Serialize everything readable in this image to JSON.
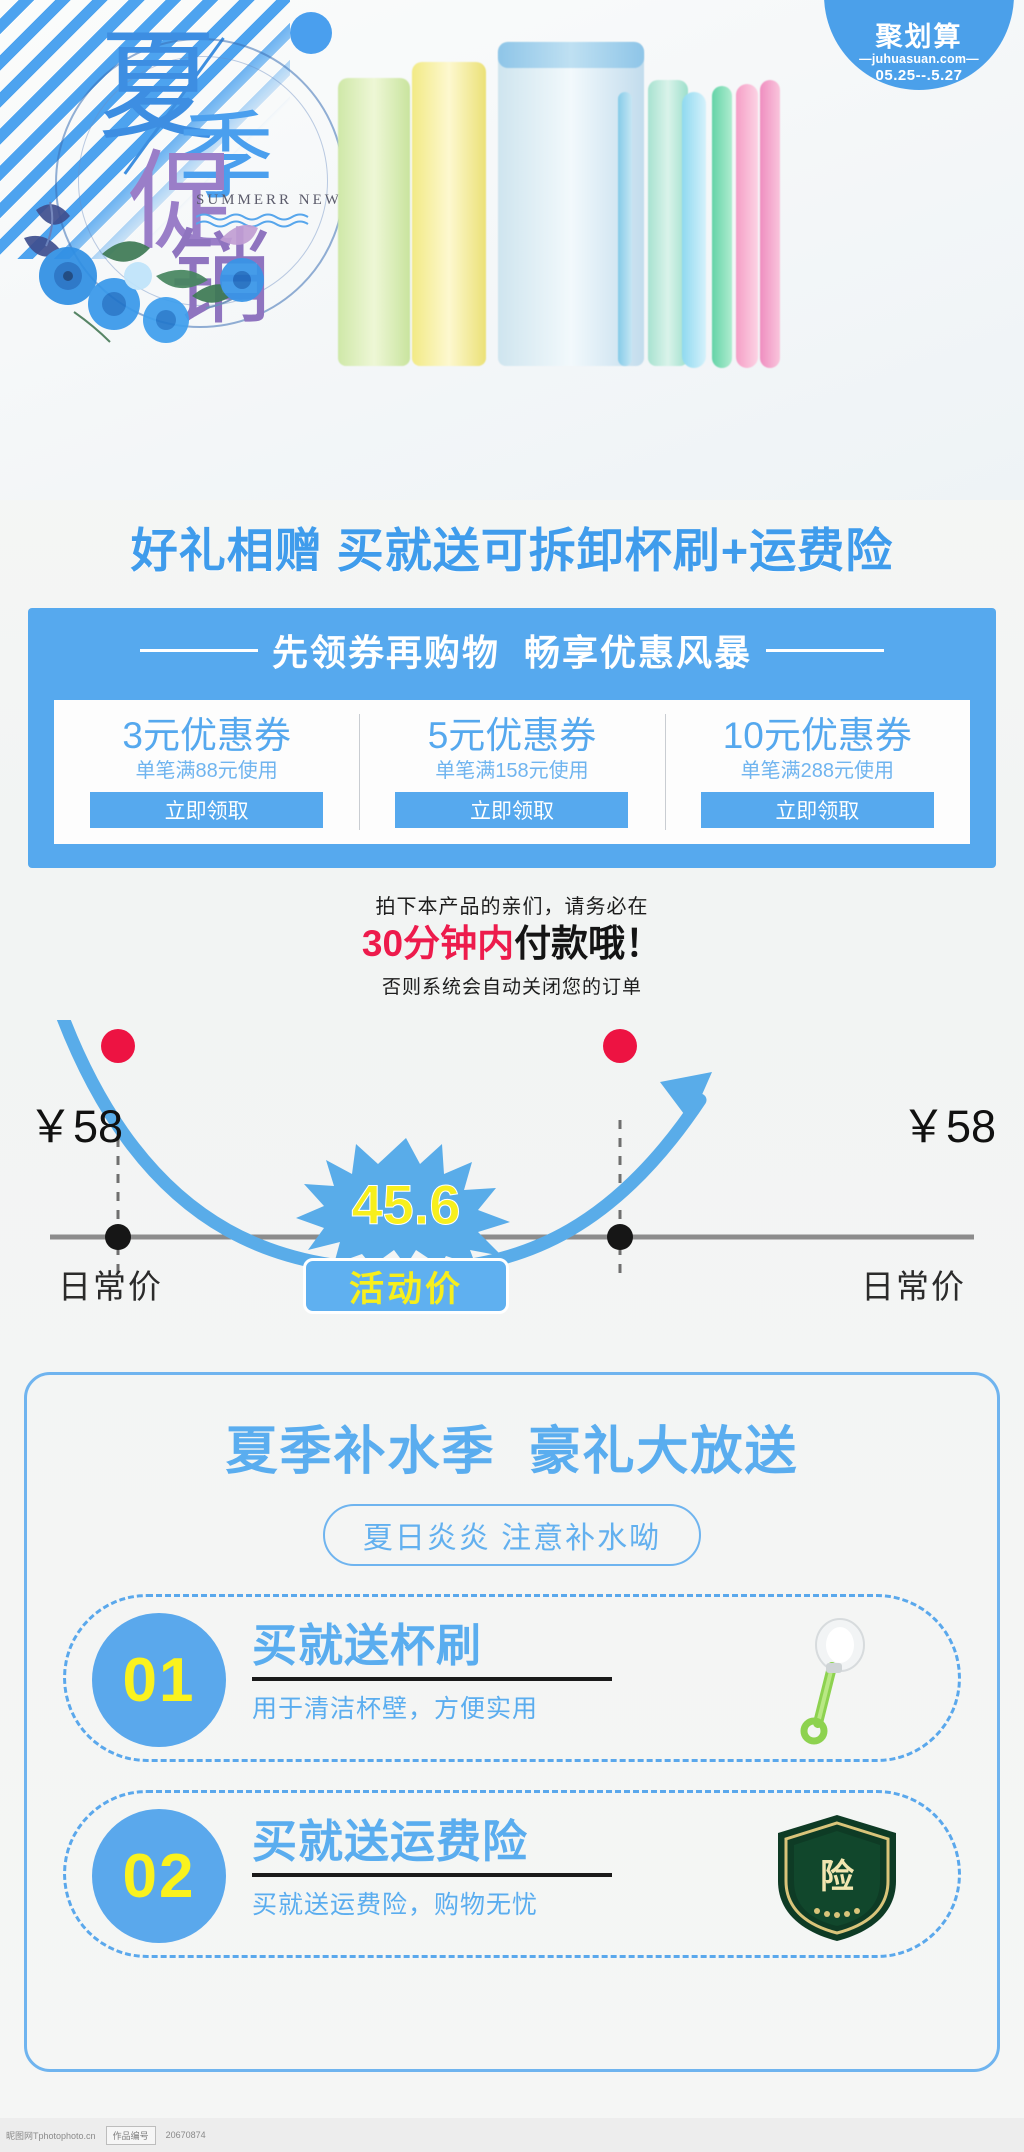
{
  "hero": {
    "title_chars": {
      "xia": "夏",
      "ji": "季",
      "cu": "促",
      "xiao": "销"
    },
    "summer_en": "SUMMERR NEW",
    "logo": {
      "name": "聚划算",
      "url": "—juhuasuan.com—",
      "date": "05.25--.5.27"
    }
  },
  "gift_headline": "好礼相赠 买就送可拆卸杯刷+运费险",
  "coupon_panel": {
    "title": "先领券再购物  畅享优惠风暴",
    "cards": [
      {
        "amount": "3元优惠券",
        "condition": "单笔满88元使用",
        "button": "立即领取"
      },
      {
        "amount": "5元优惠券",
        "condition": "单笔满158元使用",
        "button": "立即领取"
      },
      {
        "amount": "10元优惠券",
        "condition": "单笔满288元使用",
        "button": "立即领取"
      }
    ]
  },
  "urgency": {
    "line1": "拍下本产品的亲们，请务必在",
    "line2_red": "30分钟内",
    "line2_black": "付款哦！",
    "line3": "否则系统会自动关闭您的订单"
  },
  "price_curve": {
    "left_price": "￥58",
    "right_price": "￥58",
    "left_label": "日常价",
    "right_label": "日常价",
    "sale_price": "45.6",
    "sale_badge": "活动价"
  },
  "bottom": {
    "title": "夏季补水季  豪礼大放送",
    "subtitle": "夏日炎炎 注意补水呦",
    "items": [
      {
        "number": "01",
        "title": "买就送杯刷",
        "desc": "用于清洁杯壁，方便实用",
        "icon": "bottle-brush-icon"
      },
      {
        "number": "02",
        "title": "买就送运费险",
        "desc": "买就送运费险，购物无忧",
        "icon": "shield-insurance-icon",
        "shield_char": "险"
      }
    ]
  },
  "footer": {
    "site": "昵图网Tphotophoto.cn",
    "box": "作品编号",
    "id": "20670874"
  },
  "colors": {
    "brand_blue": "#56a9ee",
    "light_blue": "#5aadef",
    "yellow": "#f7ef1d",
    "red": "#ed1b4c",
    "purple": "#8f74bf"
  }
}
